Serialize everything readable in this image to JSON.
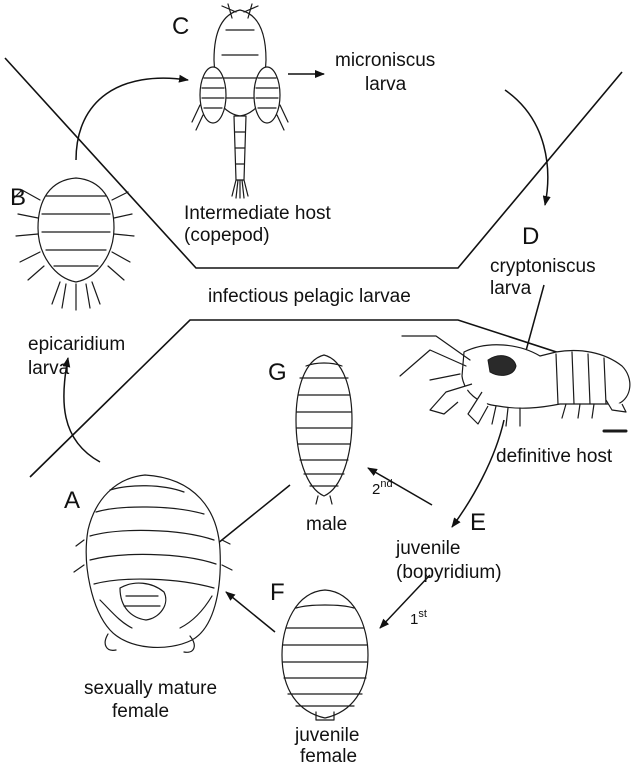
{
  "stages": {
    "a": {
      "letter": "A",
      "label_line1": "sexually mature",
      "label_line2": "female"
    },
    "b": {
      "letter": "B",
      "label_line1": "epicaridium",
      "label_line2": "larva"
    },
    "c": {
      "letter": "C",
      "label_line1": "Intermediate host",
      "label_line2": "(copepod)"
    },
    "microniscus": {
      "label_line1": "microniscus",
      "label_line2": "larva"
    },
    "d": {
      "letter": "D",
      "label_line1": "cryptoniscus",
      "label_line2": "larva"
    },
    "e": {
      "letter": "E",
      "label_line1": "juvenile",
      "label_line2": "(bopyridium)"
    },
    "f": {
      "letter": "F",
      "label_line1": "juvenile",
      "label_line2": "female"
    },
    "g": {
      "letter": "G",
      "label_line1": "male"
    }
  },
  "zone_label": "infectious pelagic larvae",
  "definitive_host_label": "definitive host",
  "order_labels": {
    "first": {
      "num": "1",
      "suffix": "st"
    },
    "second": {
      "num": "2",
      "suffix": "nd"
    }
  }
}
